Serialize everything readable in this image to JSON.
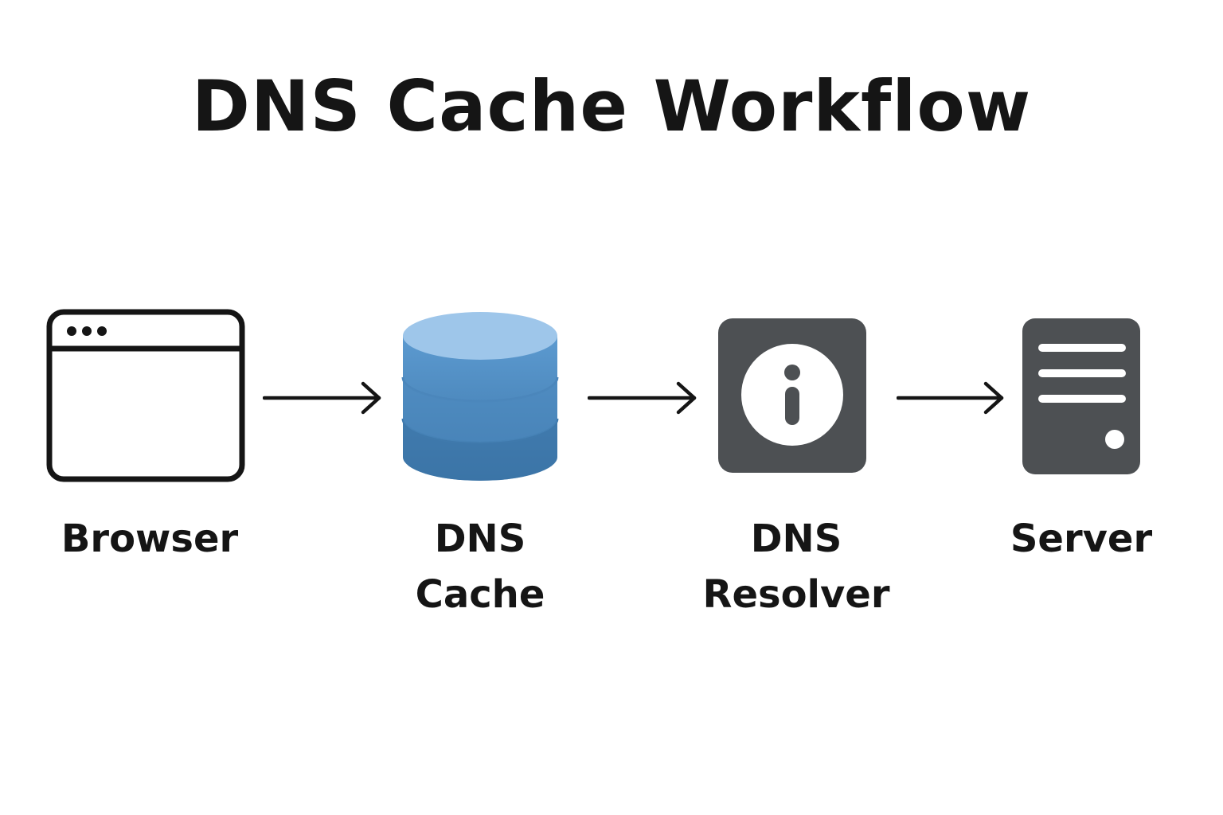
{
  "title": "DNS Cache Workflow",
  "colors": {
    "text": "#151515",
    "cache_top": "#9ec6ea",
    "cache_body": "#4f8fc4",
    "cache_bottom": "#3b74a6",
    "dark_icon": "#4d5053",
    "background": "#ffffff"
  },
  "nodes": [
    {
      "id": "browser",
      "icon": "browser-window-icon",
      "label_lines": [
        "Browser"
      ]
    },
    {
      "id": "dns-cache",
      "icon": "database-icon",
      "label_lines": [
        "DNS",
        "Cache"
      ]
    },
    {
      "id": "dns-resolver",
      "icon": "info-icon",
      "label_lines": [
        "DNS",
        "Resolver"
      ]
    },
    {
      "id": "server",
      "icon": "server-icon",
      "label_lines": [
        "Server"
      ]
    }
  ],
  "edges": [
    {
      "from": "browser",
      "to": "dns-cache"
    },
    {
      "from": "dns-cache",
      "to": "dns-resolver"
    },
    {
      "from": "dns-resolver",
      "to": "server"
    }
  ]
}
